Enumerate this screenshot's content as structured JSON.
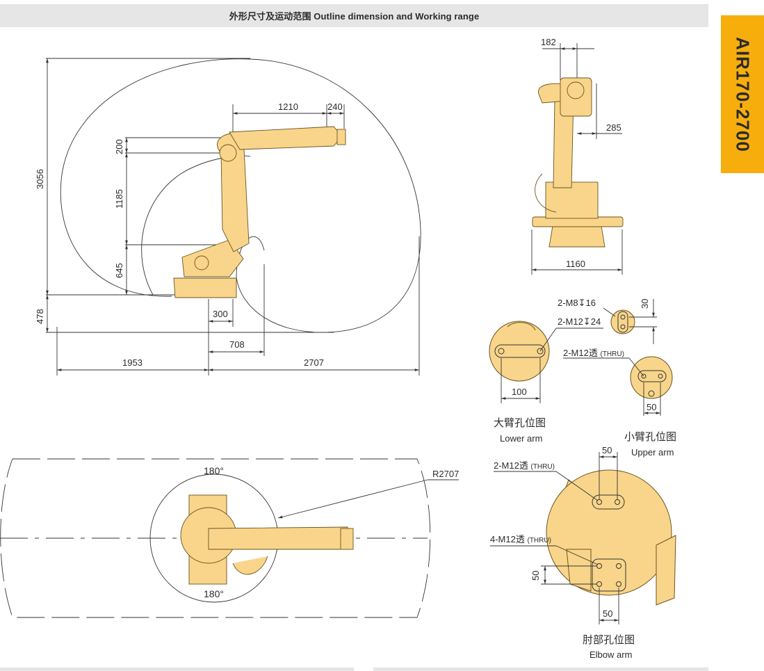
{
  "header": {
    "title": "外形尺寸及运动范围 Outline dimension and Working range"
  },
  "model": {
    "name": "AIR170-2700"
  },
  "colors": {
    "robot": "#f8d58a",
    "robot_stroke": "#6b5320",
    "accent": "#f7ae0c",
    "line": "#333333",
    "header_bg": "#e6e6e6"
  },
  "side_view": {
    "dims": {
      "reach_top": "1210",
      "wrist": "240",
      "upper_offset": "200",
      "arm_length": "1185",
      "base_height": "645",
      "base_lower": "478",
      "total_height": "3056",
      "axis_offset": "300",
      "inner_radius": "708",
      "rear_reach": "1953",
      "front_reach": "2707"
    }
  },
  "front_view": {
    "dims": {
      "top_width": "182",
      "wrist_width": "285",
      "base_width": "1160"
    }
  },
  "top_view": {
    "angle_top": "180°",
    "angle_bottom": "180°",
    "radius": "R2707"
  },
  "lower_arm": {
    "hole_a": "2-M8",
    "hole_a_depth": "16",
    "hole_b": "2-M12",
    "hole_b_depth": "24",
    "spacing": "100",
    "depth_30": "30",
    "caption_cn": "大臂孔位图",
    "caption_en": "Lower arm"
  },
  "upper_arm": {
    "hole": "2-M12透",
    "hole_note": "(THRU)",
    "spacing": "50",
    "caption_cn": "小臂孔位图",
    "caption_en": "Upper arm"
  },
  "elbow": {
    "hole_a": "2-M12透",
    "hole_a_note": "(THRU)",
    "hole_b": "4-M12透",
    "hole_b_note": "(THRU)",
    "top_spacing": "50",
    "side_spacing": "50",
    "bottom_spacing": "50",
    "caption_cn": "肘部孔位图",
    "caption_en": "Elbow arm"
  }
}
